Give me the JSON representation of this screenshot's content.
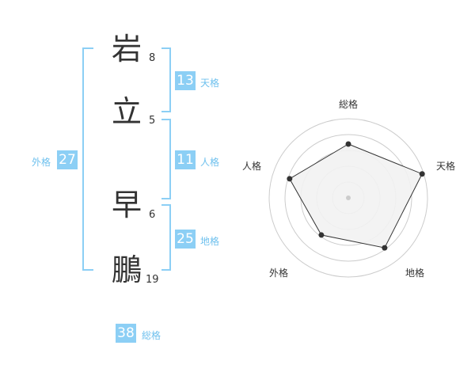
{
  "name": {
    "chars": [
      {
        "kanji": "岩",
        "strokes": "8"
      },
      {
        "kanji": "立",
        "strokes": "5"
      },
      {
        "kanji": "早",
        "strokes": "6"
      },
      {
        "kanji": "鵬",
        "strokes": "19"
      }
    ]
  },
  "fortunes": {
    "tenkaku": {
      "value": "13",
      "label": "天格"
    },
    "jinkaku": {
      "value": "11",
      "label": "人格"
    },
    "chikaku": {
      "value": "25",
      "label": "地格"
    },
    "gaikaku": {
      "value": "27",
      "label": "外格"
    },
    "soukaku": {
      "value": "38",
      "label": "総格"
    }
  },
  "radar": {
    "axes": [
      "総格",
      "天格",
      "地格",
      "外格",
      "人格"
    ],
    "values": [
      0.68,
      0.98,
      0.78,
      0.58,
      0.78
    ],
    "colors": {
      "fill": "#f2f2f2",
      "line": "#333333",
      "ring": "#cccccc",
      "point": "#333333"
    }
  }
}
